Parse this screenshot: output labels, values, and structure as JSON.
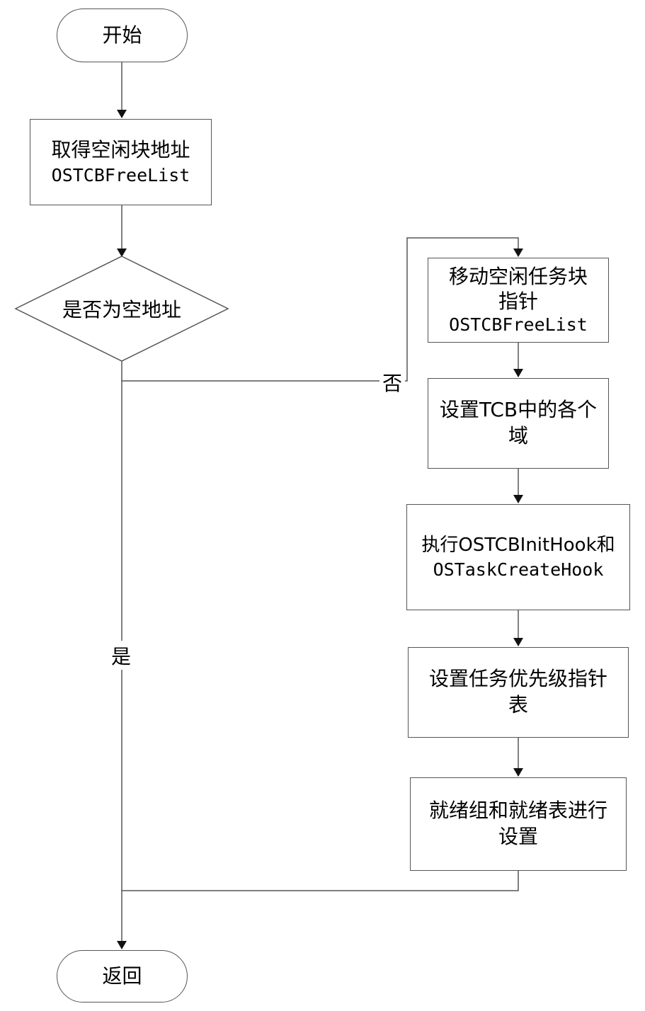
{
  "nodes": {
    "start": "开始",
    "get_free": {
      "line1": "取得空闲块地址",
      "line2": "OSTCBFreeList"
    },
    "decision": "是否为空地址",
    "move_ptr": {
      "line1": "移动空闲任务块",
      "line2": "指针",
      "line3": "OSTCBFreeList"
    },
    "set_tcb": {
      "line1": "设置TCB中的各个",
      "line2": "域"
    },
    "exec_hook": {
      "line1": "执行OSTCBInitHook和",
      "line2": "OSTaskCreateHook"
    },
    "set_prio": {
      "line1": "设置任务优先级指针",
      "line2": "表"
    },
    "set_ready": {
      "line1": "就绪组和就绪表进行",
      "line2": "设置"
    },
    "return": "返回"
  },
  "edge_labels": {
    "no": "否",
    "yes": "是"
  }
}
